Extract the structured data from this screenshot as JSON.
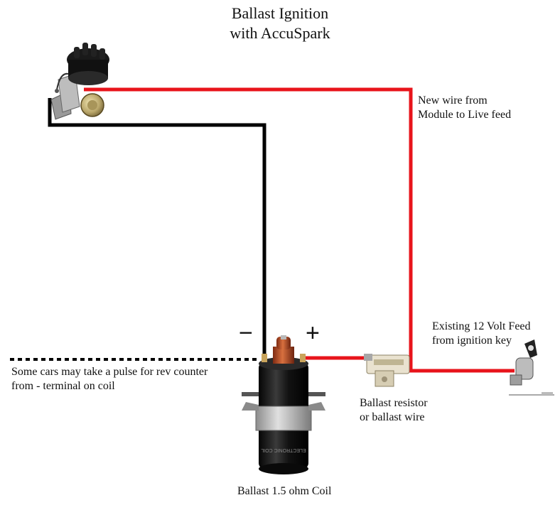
{
  "title": {
    "line1": "Ballast Ignition",
    "line2": "with AccuSpark"
  },
  "labels": {
    "new_wire_line1": "New wire from",
    "new_wire_line2": "Module to Live feed",
    "existing_feed_line1": "Existing 12 Volt Feed",
    "existing_feed_line2": "from ignition key",
    "rev_counter_line1": "Some cars may take a pulse for rev counter",
    "rev_counter_line2": "from - terminal on coil",
    "ballast_resistor_line1": "Ballast resistor",
    "ballast_resistor_line2": "or ballast wire",
    "coil_label": "Ballast 1.5 ohm Coil"
  },
  "terminals": {
    "minus": "−",
    "plus": "+"
  },
  "colors": {
    "live_wire": "#e8141b",
    "ground_wire": "#000000",
    "coil_body": "#151515",
    "coil_tower": "#b64a25",
    "clamp": "#b7b7b7"
  },
  "icons": {
    "distributor": "distributor-icon",
    "coil": "ignition-coil-icon",
    "resistor": "ballast-resistor-icon",
    "key_switch": "ignition-key-switch-icon"
  }
}
